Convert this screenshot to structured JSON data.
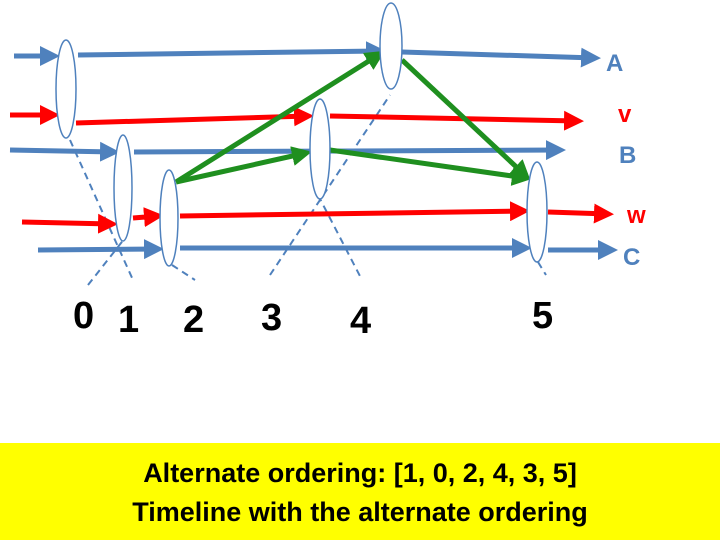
{
  "colors": {
    "blue": "#4f81bd",
    "red": "#ff0000",
    "green": "#1f8f1f",
    "event_fill": "#ffffff",
    "event_stroke": "#4f81bd",
    "caption_bg": "#ffff00"
  },
  "lines": [
    {
      "id": "A",
      "label": "A",
      "color": "blue"
    },
    {
      "id": "v",
      "label": "v",
      "color": "red"
    },
    {
      "id": "B",
      "label": "B",
      "color": "blue"
    },
    {
      "id": "w",
      "label": "w",
      "color": "red"
    },
    {
      "id": "C",
      "label": "C",
      "color": "blue"
    }
  ],
  "ticks": [
    "0",
    "1",
    "2",
    "3",
    "4",
    "5"
  ],
  "caption": {
    "line1": "Alternate ordering: [1, 0, 2, 4, 3, 5]",
    "line2": "Timeline with the alternate ordering"
  }
}
